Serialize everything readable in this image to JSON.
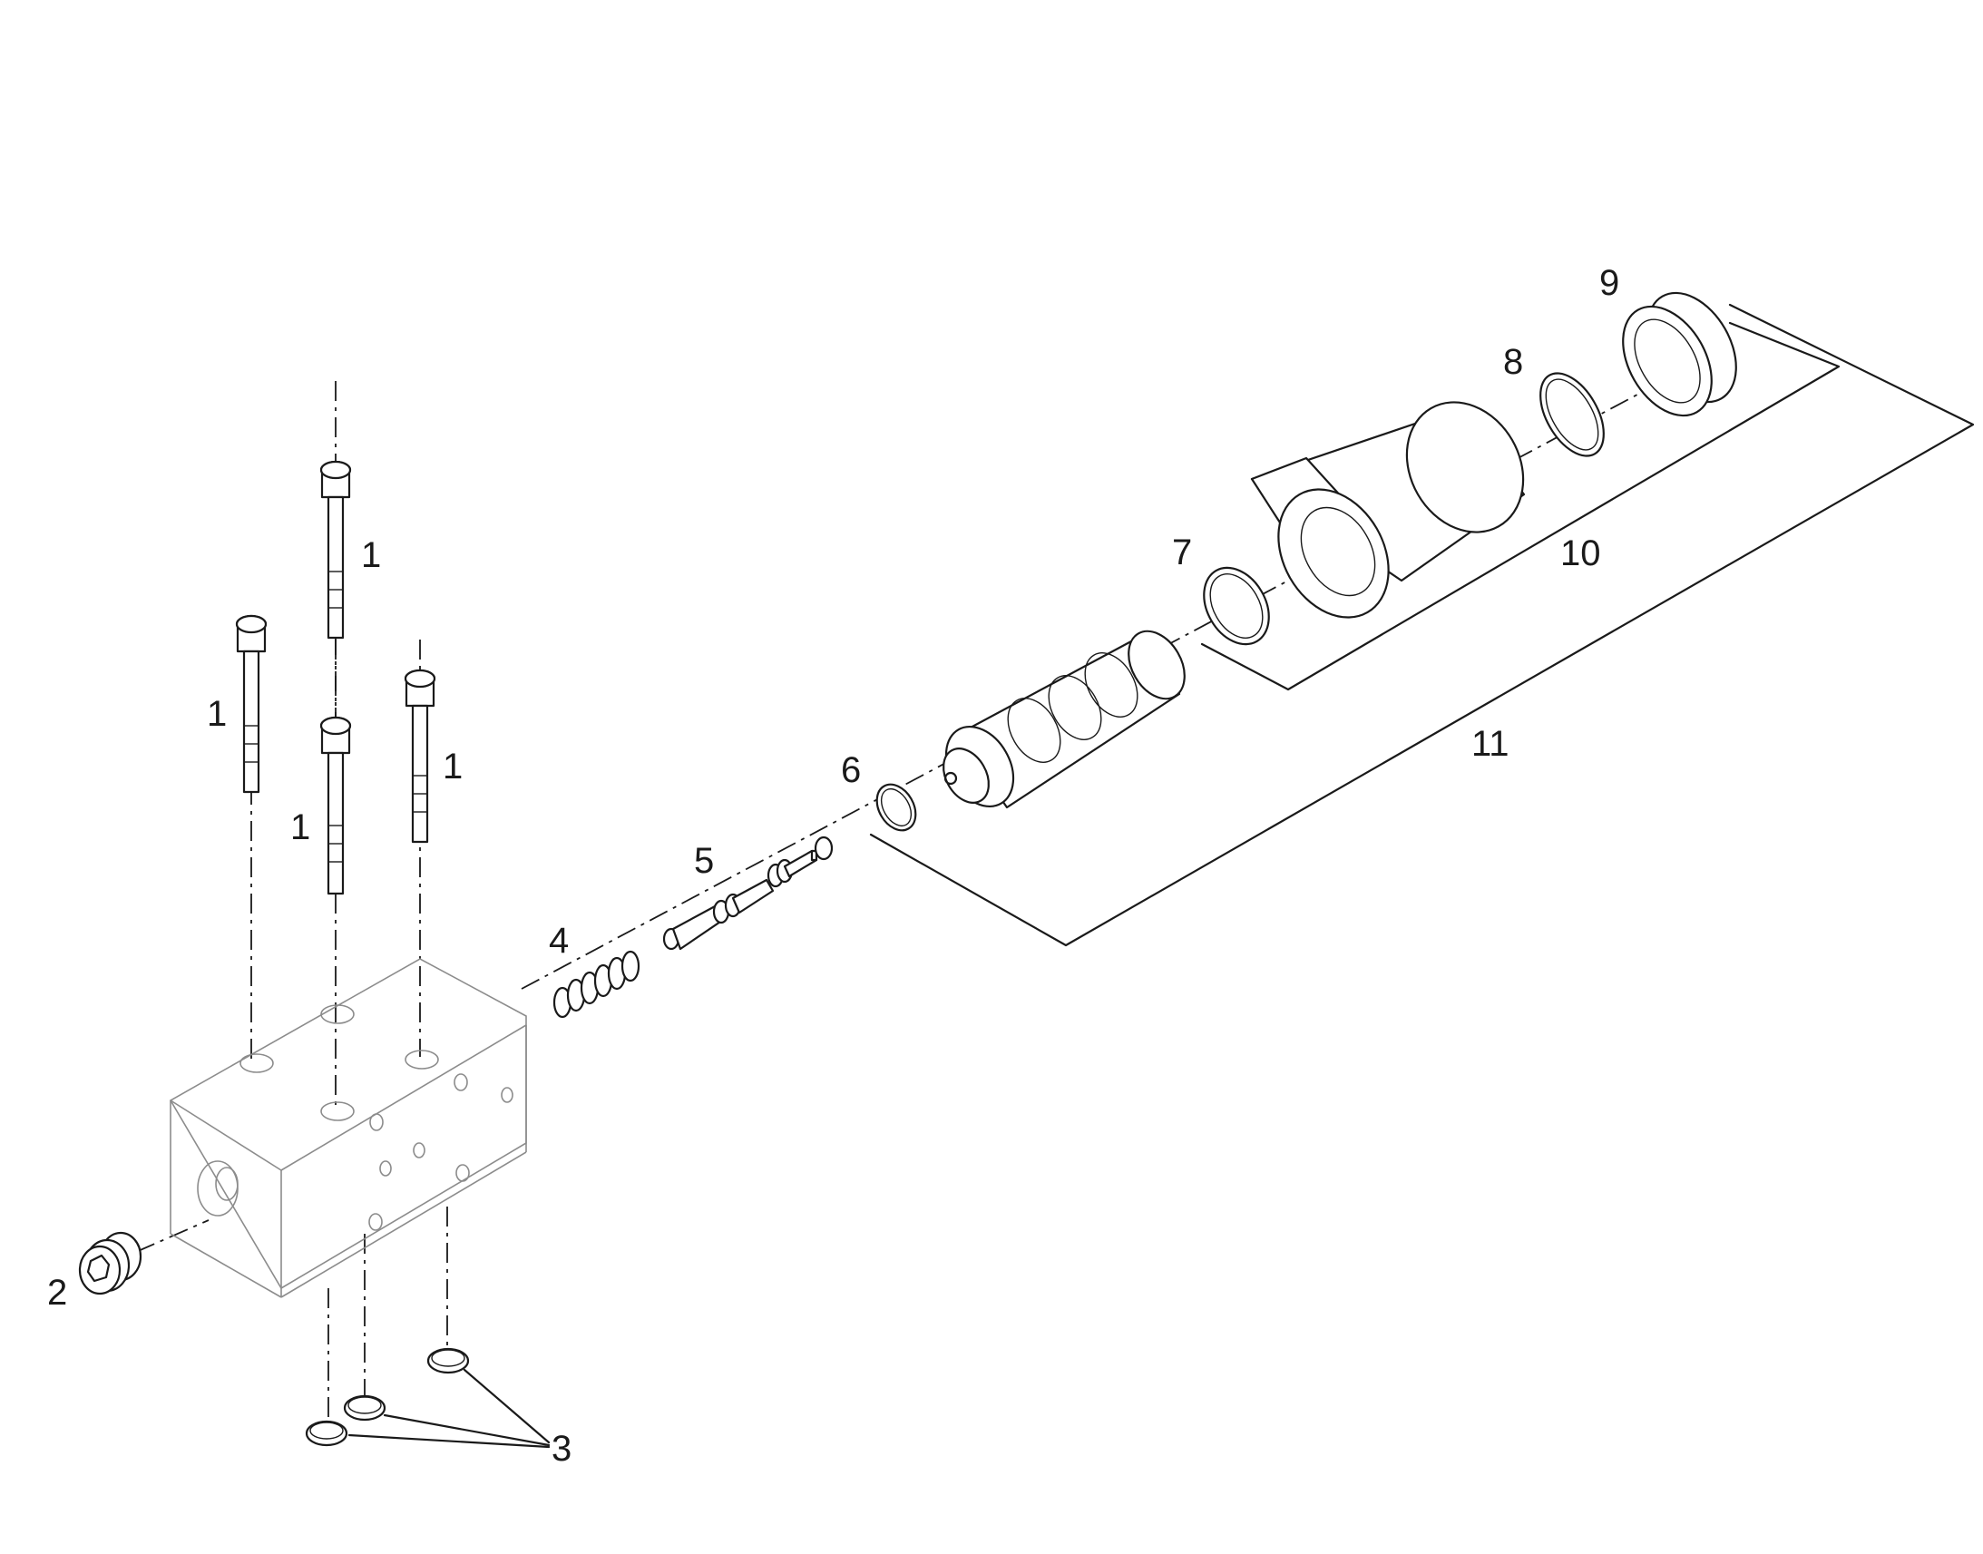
{
  "labels": {
    "bolt_a": "1",
    "bolt_b": "1",
    "bolt_c": "1",
    "bolt_d": "1",
    "plug": "2",
    "orings_bottom": "3",
    "spring": "4",
    "spool": "5",
    "oring_small": "6",
    "oring_medium": "7",
    "oring_large": "8",
    "nut": "9",
    "coil": "10",
    "assembly": "11"
  },
  "colors": {
    "line": "#1a1a1a",
    "faint": "#8c8c8c",
    "background": "#ffffff"
  }
}
